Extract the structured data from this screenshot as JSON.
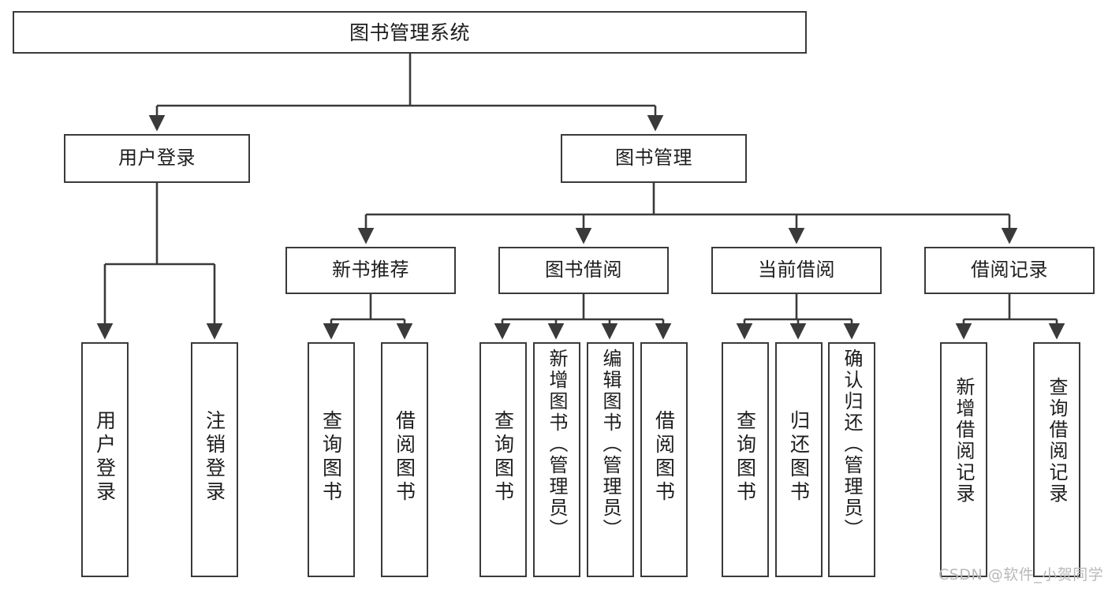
{
  "diagram": {
    "title": "图书管理系统",
    "type": "functional-structure-tree",
    "stroke_color": "#3a3a3a",
    "text_color": "#1d1d1d",
    "background_color": "#ffffff",
    "watermark": "CSDN @软件_小贺同学",
    "root": {
      "label": "图书管理系统"
    },
    "branches": [
      {
        "label": "用户登录"
      },
      {
        "label": "图书管理"
      }
    ],
    "subbranches": [
      {
        "label": "新书推荐"
      },
      {
        "label": "图书借阅"
      },
      {
        "label": "当前借阅"
      },
      {
        "label": "借阅记录"
      }
    ],
    "leaves": {
      "user_login": [
        {
          "label": "用户登录"
        },
        {
          "label": "注销登录"
        }
      ],
      "new_book_recommend": [
        {
          "label": "查询图书"
        },
        {
          "label": "借阅图书"
        }
      ],
      "book_borrow": [
        {
          "label": "查询图书"
        },
        {
          "label": "新增图书（管理员）"
        },
        {
          "label": "编辑图书（管理员）"
        },
        {
          "label": "借阅图书"
        }
      ],
      "current_borrow": [
        {
          "label": "查询图书"
        },
        {
          "label": "归还图书"
        },
        {
          "label": "确认归还（管理员）"
        }
      ],
      "borrow_record": [
        {
          "label": "新增借阅记录"
        },
        {
          "label": "查询借阅记录"
        }
      ]
    }
  }
}
